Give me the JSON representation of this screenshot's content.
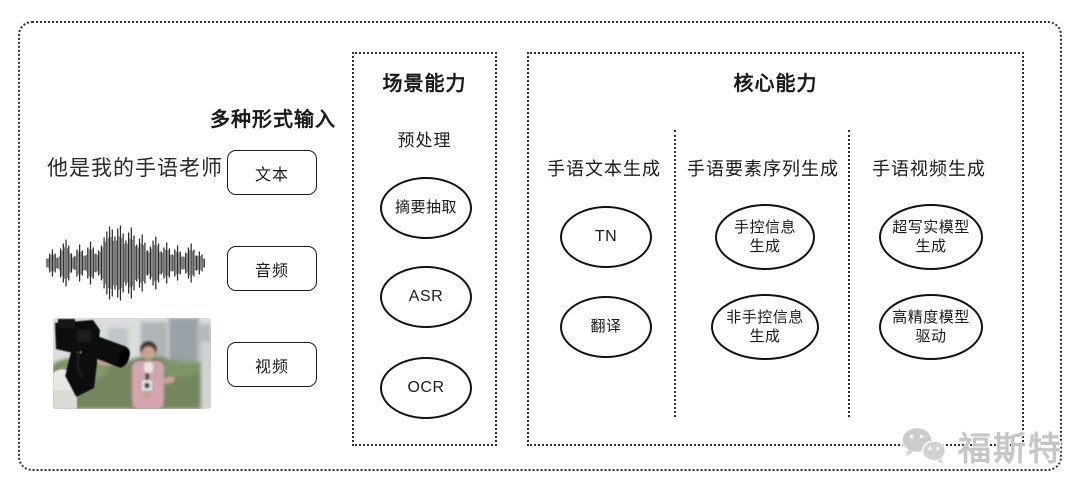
{
  "colors": {
    "line": "#2f2f2f",
    "node_border": "#111111",
    "text": "#1a1a1a",
    "watermark_gray": "#c6c6c6"
  },
  "input_section": {
    "label": "多种形式输入",
    "rows": [
      {
        "type": "text",
        "sample": "他是我的手语老师",
        "tag": "文本"
      },
      {
        "type": "audio",
        "tag": "音频"
      },
      {
        "type": "video",
        "tag": "视频"
      }
    ]
  },
  "scene_box": {
    "title": "场景能力",
    "subtitle": "预处理",
    "nodes": [
      "摘要抽取",
      "ASR",
      "OCR"
    ]
  },
  "core_box": {
    "title": "核心能力",
    "columns": [
      {
        "header": "手语文本生成",
        "nodes": [
          "TN",
          "翻译"
        ]
      },
      {
        "header": "手语要素序列生成",
        "nodes": [
          "手控信息\n生成",
          "非手控信息\n生成"
        ]
      },
      {
        "header": "手语视频生成",
        "nodes": [
          "超写实模型\n生成",
          "高精度模型\n驱动"
        ]
      }
    ]
  },
  "watermark": {
    "icon": "wechat-icon",
    "name": "福斯特"
  }
}
